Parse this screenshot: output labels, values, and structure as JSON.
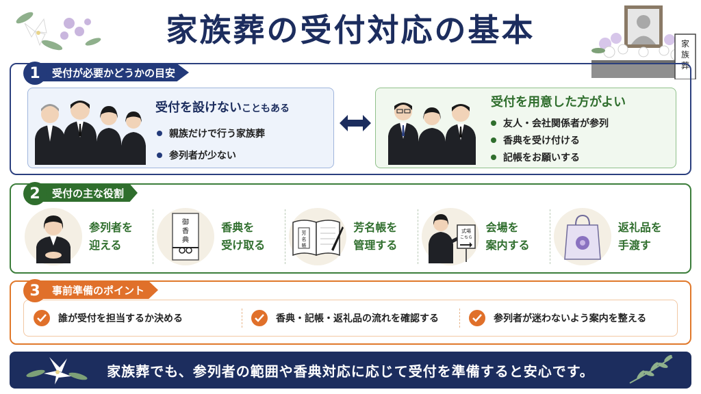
{
  "title": "家族葬の受付対応の基本",
  "altar_sign": "家族葬",
  "section1": {
    "num": "1",
    "label": "受付が必要かどうかの目安",
    "left": {
      "title_main": "受付を設けない",
      "title_small": "こともある",
      "items": [
        "親族だけで行う家族葬",
        "参列者が少ない"
      ]
    },
    "right": {
      "title": "受付を用意した方がよい",
      "items": [
        "友人・会社関係者が参列",
        "香典を受け付ける",
        "記帳をお願いする"
      ]
    }
  },
  "section2": {
    "num": "2",
    "label": "受付の主な役割",
    "roles": [
      {
        "line1": "参列者を",
        "line2": "迎える",
        "icon": "receptionist-icon"
      },
      {
        "line1": "香典を",
        "line2": "受け取る",
        "icon": "koden-envelope-icon",
        "envelope_text": "御香典"
      },
      {
        "line1": "芳名帳を",
        "line2": "管理する",
        "icon": "guestbook-icon",
        "book_text": "芳名帳"
      },
      {
        "line1": "会場を",
        "line2": "案内する",
        "icon": "guide-staff-icon",
        "sign_text": "式場こちら"
      },
      {
        "line1": "返礼品を",
        "line2": "手渡す",
        "icon": "gift-bag-icon"
      }
    ]
  },
  "section3": {
    "num": "3",
    "label": "事前準備のポイント",
    "points": [
      "誰が受付を担当するか決める",
      "香典・記帳・返礼品の流れを確認する",
      "参列者が迷わないよう案内を整える"
    ]
  },
  "banner": "家族葬でも、参列者の範囲や香典対応に応じて受付を準備すると安心です。",
  "colors": {
    "navy": "#1c2d5e",
    "green": "#2f6e2d",
    "orange": "#e0702a"
  }
}
